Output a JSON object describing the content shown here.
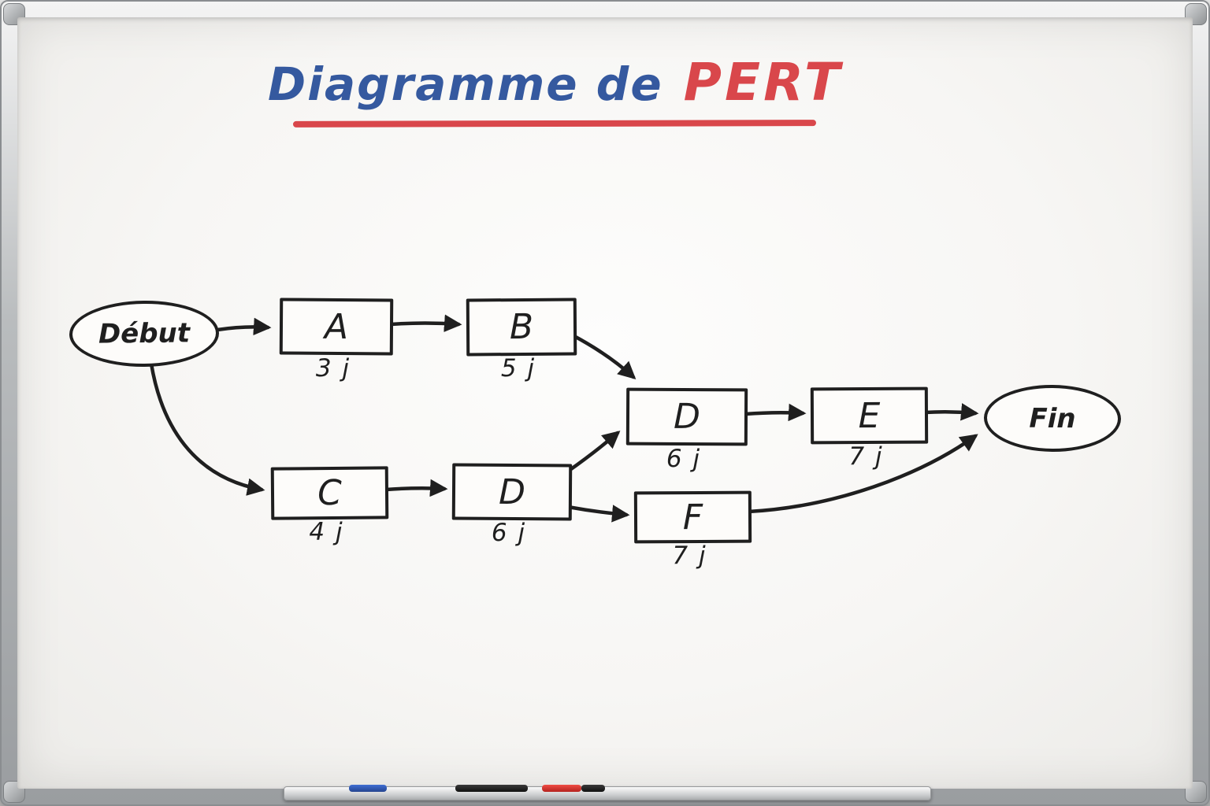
{
  "title": {
    "prefix": "Diagramme de",
    "highlight": "PERT"
  },
  "colors": {
    "title_blue": "#35599f",
    "title_red": "#d9474b",
    "ink": "#1f1f1f"
  },
  "diagram": {
    "start": {
      "label": "Début"
    },
    "end": {
      "label": "Fin"
    },
    "tasks": [
      {
        "key": "A",
        "label": "A",
        "duration": "3 j"
      },
      {
        "key": "B",
        "label": "B",
        "duration": "5 j"
      },
      {
        "key": "D-upper",
        "label": "D",
        "duration": "6 j"
      },
      {
        "key": "E",
        "label": "E",
        "duration": "7 j"
      },
      {
        "key": "C",
        "label": "C",
        "duration": "4 j"
      },
      {
        "key": "D-lower",
        "label": "D",
        "duration": "6 j"
      },
      {
        "key": "F",
        "label": "F",
        "duration": "7 j"
      }
    ],
    "edges": [
      {
        "from": "Début",
        "to": "A"
      },
      {
        "from": "A",
        "to": "B"
      },
      {
        "from": "B",
        "to": "D (upper)"
      },
      {
        "from": "Début",
        "to": "C"
      },
      {
        "from": "C",
        "to": "D (lower)"
      },
      {
        "from": "D (lower)",
        "to": "D (upper)"
      },
      {
        "from": "D (lower)",
        "to": "F"
      },
      {
        "from": "D (upper)",
        "to": "E"
      },
      {
        "from": "E",
        "to": "Fin"
      },
      {
        "from": "F",
        "to": "Fin"
      }
    ]
  }
}
